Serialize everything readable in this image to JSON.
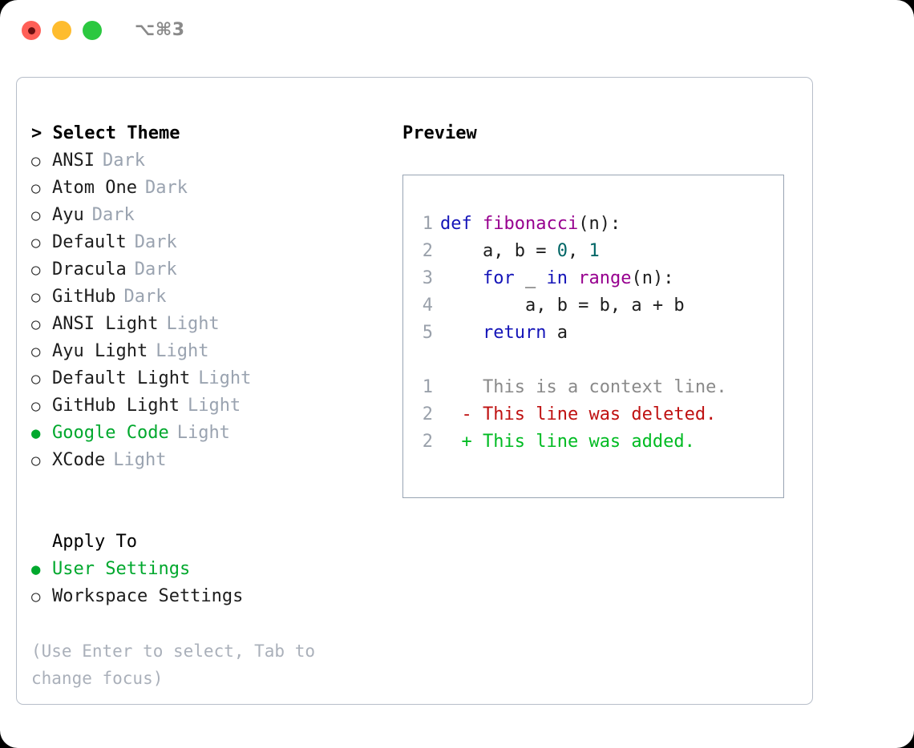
{
  "titlebar": {
    "shortcut": "⌥⌘3",
    "buttons": [
      {
        "name": "close",
        "color": "#ff5f57"
      },
      {
        "name": "minimize",
        "color": "#febc2e"
      },
      {
        "name": "maximize",
        "color": "#2bc840"
      }
    ]
  },
  "theme_picker": {
    "heading": "Select Theme",
    "caret": ">",
    "bullet_off": "○",
    "bullet_on": "●",
    "accent_color": "#00a82d",
    "tag_color": "#9aa3b0",
    "items": [
      {
        "label": "ANSI",
        "tag": "Dark",
        "selected": false
      },
      {
        "label": "Atom One",
        "tag": "Dark",
        "selected": false
      },
      {
        "label": "Ayu",
        "tag": "Dark",
        "selected": false
      },
      {
        "label": "Default",
        "tag": "Dark",
        "selected": false
      },
      {
        "label": "Dracula",
        "tag": "Dark",
        "selected": false
      },
      {
        "label": "GitHub",
        "tag": "Dark",
        "selected": false
      },
      {
        "label": "ANSI Light",
        "tag": "Light",
        "selected": false
      },
      {
        "label": "Ayu Light",
        "tag": "Light",
        "selected": false
      },
      {
        "label": "Default Light",
        "tag": "Light",
        "selected": false
      },
      {
        "label": "GitHub Light",
        "tag": "Light",
        "selected": false
      },
      {
        "label": "Google Code",
        "tag": "Light",
        "selected": true
      },
      {
        "label": "XCode",
        "tag": "Light",
        "selected": false
      }
    ]
  },
  "apply_to": {
    "heading": "Apply To",
    "items": [
      {
        "label": "User Settings",
        "selected": true
      },
      {
        "label": "Workspace Settings",
        "selected": false
      }
    ]
  },
  "hint": "(Use Enter to select, Tab to change focus)",
  "preview": {
    "heading": "Preview",
    "code_lines": [
      {
        "number": "1",
        "tokens": [
          {
            "text": "def ",
            "kind": "kw"
          },
          {
            "text": "fibonacci",
            "kind": "fn"
          },
          {
            "text": "(n):",
            "kind": "plain"
          }
        ]
      },
      {
        "number": "2",
        "tokens": [
          {
            "text": "    a, b = ",
            "kind": "plain"
          },
          {
            "text": "0",
            "kind": "num"
          },
          {
            "text": ", ",
            "kind": "plain"
          },
          {
            "text": "1",
            "kind": "num"
          }
        ]
      },
      {
        "number": "3",
        "tokens": [
          {
            "text": "    ",
            "kind": "plain"
          },
          {
            "text": "for",
            "kind": "kw"
          },
          {
            "text": " _ ",
            "kind": "plain"
          },
          {
            "text": "in",
            "kind": "kw"
          },
          {
            "text": " ",
            "kind": "plain"
          },
          {
            "text": "range",
            "kind": "fn"
          },
          {
            "text": "(n):",
            "kind": "plain"
          }
        ]
      },
      {
        "number": "4",
        "tokens": [
          {
            "text": "        a, b = b, a + b",
            "kind": "plain"
          }
        ]
      },
      {
        "number": "5",
        "tokens": [
          {
            "text": "    ",
            "kind": "plain"
          },
          {
            "text": "return",
            "kind": "kw"
          },
          {
            "text": " a",
            "kind": "plain"
          }
        ]
      }
    ],
    "diff_lines": [
      {
        "number": "1",
        "marker": " ",
        "text": " This is a context line.",
        "kind": "ctx"
      },
      {
        "number": "2",
        "marker": "-",
        "text": " This line was deleted.",
        "kind": "del"
      },
      {
        "number": "2",
        "marker": "+",
        "text": " This line was added.",
        "kind": "add"
      }
    ],
    "syntax_colors": {
      "keyword": "#1414b8",
      "function": "#97008f",
      "number": "#006666",
      "plain": "#1d1d1d",
      "line_number": "#9aa1ab",
      "diff_context": "#8a8a8a",
      "diff_deleted": "#bf1111",
      "diff_added": "#00bb22"
    }
  }
}
